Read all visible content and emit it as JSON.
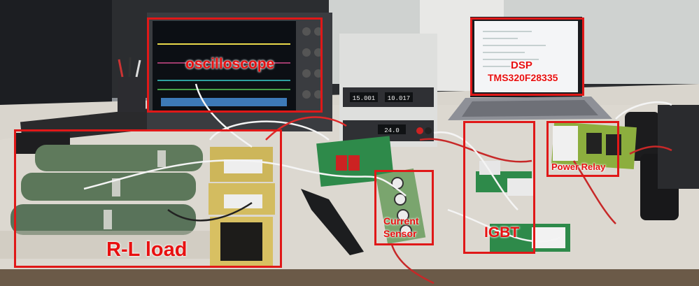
{
  "annotations": {
    "oscilloscope": "oscilloscope",
    "dsp_line1": "DSP",
    "dsp_line2": "TMS320F28335",
    "rl_load": "R-L load",
    "current_sensor_line1": "Current",
    "current_sensor_line2": "Sensor",
    "igbt": "IGBT",
    "power_relay": "Power Relay"
  },
  "colors": {
    "annotation_red": "#e01818",
    "resistor_green": "#5f7a5c",
    "pcb_green": "#2e8a4a",
    "table": "#d8d4cc"
  },
  "power_supply_displays": [
    "15.001",
    "10.017",
    "24.0"
  ]
}
